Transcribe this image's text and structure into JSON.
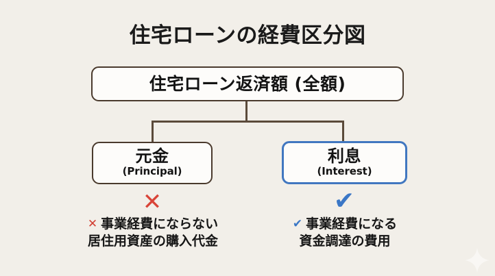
{
  "diagram": {
    "title": "住宅ローンの経費区分図",
    "background_color": "#f2efe9",
    "root": {
      "label": "住宅ローン返済額 (全額)",
      "border_color": "#4a3a2d"
    },
    "branches": [
      {
        "jp_label": "元金",
        "en_label": "(Principal)",
        "border_color": "#4a3a2d",
        "mark_icon": "cross-mark",
        "mark_glyph": "✕",
        "mark_color": "#d94438",
        "caption_line1": "事業経費にならない",
        "caption_line2": "居住用資産の購入代金",
        "inline_mark_glyph": "✕"
      },
      {
        "jp_label": "利息",
        "en_label": "(Interest)",
        "border_color": "#4177c0",
        "mark_icon": "check-mark",
        "mark_glyph": "✔",
        "mark_color": "#3b77c6",
        "caption_line1": "事業経費になる",
        "caption_line2": "資金調達の費用",
        "inline_mark_glyph": "✔"
      }
    ],
    "connector_color": "#5b4a3a",
    "watermark": "sparkle-icon"
  }
}
